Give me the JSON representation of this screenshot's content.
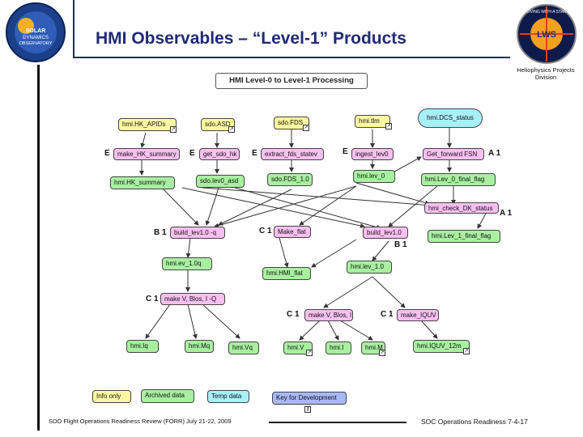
{
  "slide": {
    "title": "HMI Observables – “Level-1” Products",
    "subtitle": "HMI Level-0 to Level-1 Processing",
    "division": "Heliophysics Projects Division",
    "footer_left": "SDO Flight Operations Readiness Review (FORR) July 21-22, 2009",
    "footer_right": "SOC Operations Readiness 7-4-17"
  },
  "logos": {
    "left_text": [
      "SOLAR",
      "DYNAMICS",
      "OBSERVATORY"
    ],
    "right_text": "LWS",
    "right_ring": "LIVING WITH A STAR"
  },
  "nodes": {
    "hk_apids": "hmi.HK_APIDs",
    "sdo_asd": "sdo.ASD",
    "sdo_fds": "sdo.FDS",
    "hmi_tlm": "hmi.tlm",
    "dcs_status": "hmi.DCS_status",
    "make_hk": "make_HK_summary",
    "get_sdo_hk": "get_sdo_hk",
    "extract_fds": "extract_fds_statev",
    "ingest_lev0": "ingest_lev0",
    "get_forward": "Get_forward FSN",
    "hk_summary": "hmi.HK_summary",
    "sdo_lev0_asd": "sdo.lev0_asd",
    "sdo_fds_1": "sdo.FDS_1.0",
    "hmi_lev_0": "hmi.lev_0",
    "lev0_final": "hmi.Lev_0_final_flag",
    "check_dk": "hmi_check_DK_status",
    "build_lev1q": "build_lev1.0 -q",
    "make_flat": "Make_flat",
    "build_lev1": "build_lev1.0",
    "lev1_final": "hmi.Lev_1_final_flag",
    "lev_1_0q": "hmi.ev_1.0q",
    "hmi_flat": "hmi.HMI_flat",
    "lev_1_0": "hmi.lev_1.0",
    "make_v_q": "make V, Blos, I -Q",
    "make_v": "make V, Blos, I",
    "make_iquv": "make_IQUV",
    "hmi_iq": "hmi.Iq",
    "hmi_mq": "hmi.Mq",
    "hmi_vq": "hmi.Vq",
    "hmi_v": "hmi.V",
    "hmi_i": "hmi.I",
    "hmi_m": "hmi.M",
    "hmi_iquv": "hmi.IQUV_12m"
  },
  "tags": {
    "e1": "E",
    "e2": "E",
    "e3": "E",
    "e4": "E",
    "a1a": "A 1",
    "a1b": "A 1",
    "b1a": "B 1",
    "b1b": "B 1",
    "c1a": "C 1",
    "c1b": "C 1",
    "c1c": "C 1",
    "c1d": "C 1"
  },
  "legend": {
    "info": "Info only",
    "archived": "Archived data",
    "temp": "Temp data",
    "dev": "Key for Development"
  },
  "colors": {
    "green": "#a8f0a0",
    "yellow": "#fff8a0",
    "cyan": "#a8f0f8",
    "pink": "#f8c0f0",
    "blue": "#a8b8f8",
    "title": "#1f2a78"
  }
}
